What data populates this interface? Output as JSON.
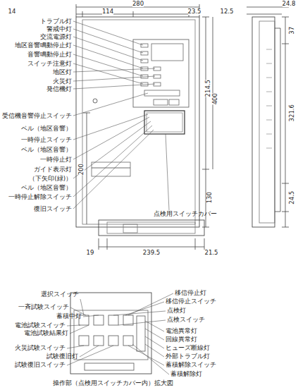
{
  "diagram": {
    "caption": "操作部（点検用スイッチカバー内）拡大図",
    "labels": [
      "280",
      "14",
      "114",
      "23.5",
      "12.5",
      "24.8",
      "37",
      "214.5",
      "400",
      "321.6",
      "200",
      "130",
      "24.5",
      "19",
      "239.5",
      "21.5",
      "トラブル灯",
      "警戒中灯",
      "交流電源灯",
      "地区音響鳴動停止灯",
      "音響鳴動停止灯",
      "スイッチ注意灯",
      "地区灯",
      "火災灯",
      "発信機灯",
      "受信機音響停止スイッチ",
      "ベル（地区音響）",
      "一時停止スイッチ",
      "ベル（地区音響）",
      "一時停止灯",
      "ガイド表示灯",
      "（下矢印(緑)）",
      "ベル（地区音響）",
      "一時停止解除スイッチ",
      "復旧スイッチ",
      "点検用スイッチカバー",
      "選択スイッチ",
      "一斉試験スイッチ",
      "蓄積中灯",
      "電池試験スイッチ",
      "電池試験結果灯",
      "火災試験スイッチ",
      "試験復旧灯",
      "試験復旧スイッチ",
      "移信停止灯",
      "移信停止スイッチ",
      "点検灯",
      "点検スイッチ",
      "電池異常灯",
      "回線異常灯",
      "ヒューズ断線灯",
      "外部トラブル灯",
      "蓄積解除スイッチ",
      "蓄積解除灯"
    ]
  }
}
